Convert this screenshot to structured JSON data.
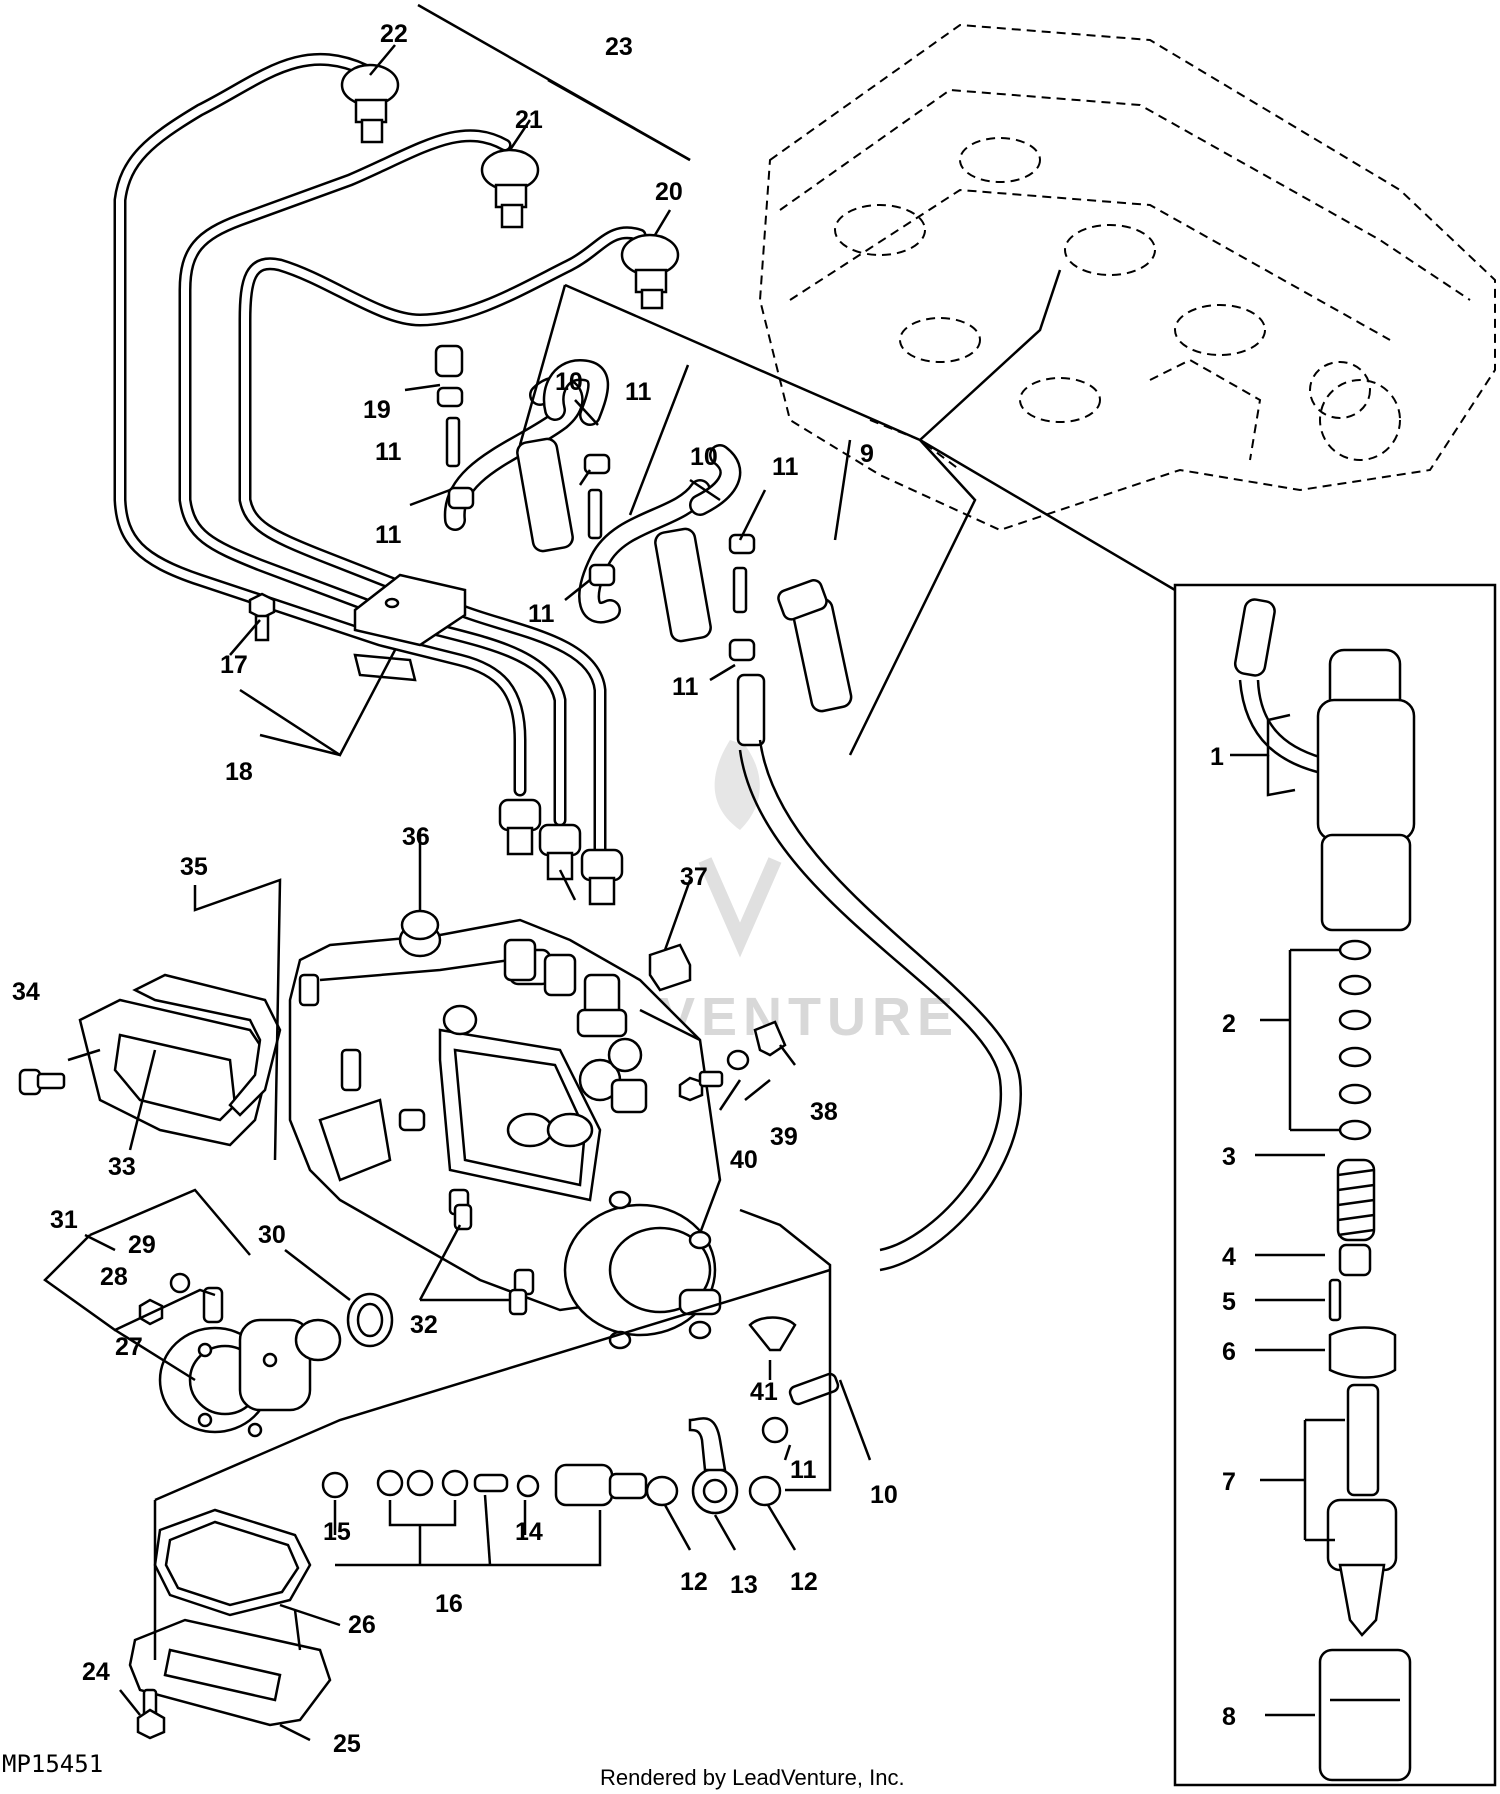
{
  "figure_id": "MP15451",
  "footer_credit": "Rendered by LeadVenture, Inc.",
  "watermark": "LEADVENTURE",
  "callouts": {
    "c1": "1",
    "c2": "2",
    "c3": "3",
    "c4": "4",
    "c5": "5",
    "c6": "6",
    "c7": "7",
    "c8": "8",
    "c9": "9",
    "c10a": "10",
    "c10b": "10",
    "c10c": "10",
    "c11a": "11",
    "c11b": "11",
    "c11c": "11",
    "c11d": "11",
    "c11e": "11",
    "c11f": "11",
    "c11g": "11",
    "c12a": "12",
    "c12b": "12",
    "c13": "13",
    "c14": "14",
    "c15": "15",
    "c16": "16",
    "c17": "17",
    "c18": "18",
    "c19": "19",
    "c20": "20",
    "c21": "21",
    "c22": "22",
    "c23": "23",
    "c24": "24",
    "c25": "25",
    "c26": "26",
    "c27": "27",
    "c28": "28",
    "c29": "29",
    "c30": "30",
    "c31": "31",
    "c32": "32",
    "c33": "33",
    "c34": "34",
    "c35": "35",
    "c36": "36",
    "c37": "37",
    "c38": "38",
    "c39": "39",
    "c40": "40",
    "c41": "41"
  }
}
